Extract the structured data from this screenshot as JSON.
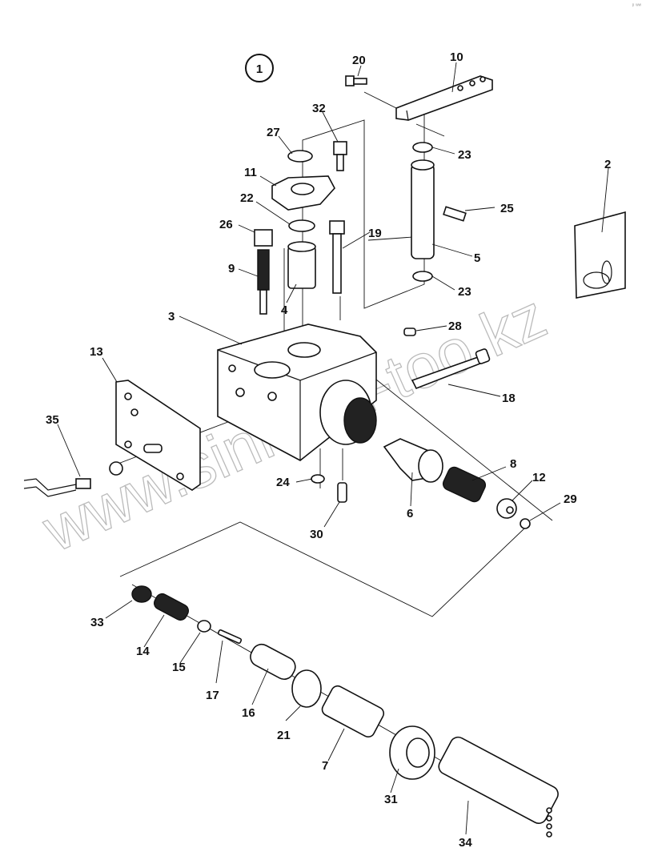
{
  "diagram": {
    "title_marker": "1",
    "watermark": "www.sinhron-too.kz",
    "corner_mark": "ᵖ ʷʷ",
    "labels": {
      "p1": "1",
      "p2": "2",
      "p3": "3",
      "p4": "4",
      "p5": "5",
      "p6": "6",
      "p7": "7",
      "p8": "8",
      "p9": "9",
      "p10": "10",
      "p11": "11",
      "p12": "12",
      "p13": "13",
      "p14": "14",
      "p15": "15",
      "p16": "16",
      "p17": "17",
      "p18": "18",
      "p19": "19",
      "p20": "20",
      "p21": "21",
      "p22": "22",
      "p23a": "23",
      "p23b": "23",
      "p24": "24",
      "p25": "25",
      "p26": "26",
      "p27": "27",
      "p28": "28",
      "p29": "29",
      "p30": "30",
      "p31": "31",
      "p32": "32",
      "p33": "33",
      "p34": "34",
      "p35": "35"
    }
  }
}
